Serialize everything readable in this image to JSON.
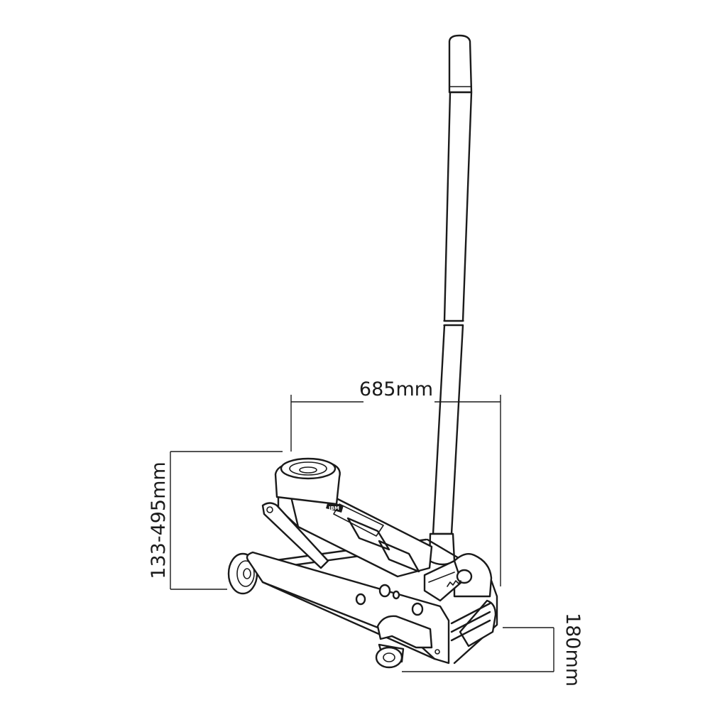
{
  "dimensions": {
    "width": "685mm",
    "height_range": "133-495mm",
    "base_height": "180mm"
  },
  "brand_badge": "JBM",
  "colors": {
    "stroke": "#1a1a1a",
    "background": "#ffffff"
  }
}
